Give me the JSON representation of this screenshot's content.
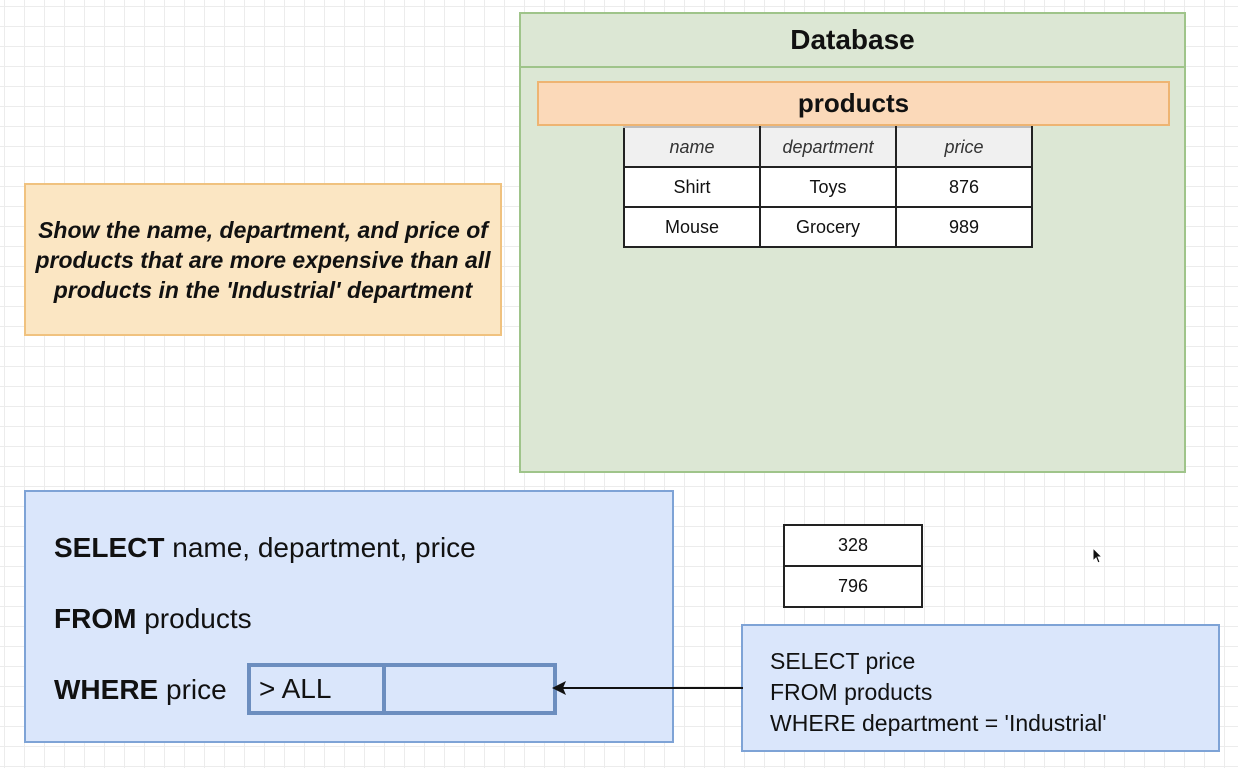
{
  "question": {
    "text": "Show the name, department, and price of products that are more expensive than all products in the 'Industrial' department"
  },
  "database": {
    "title": "Database",
    "table_title": "products",
    "columns": [
      "name",
      "department",
      "price"
    ],
    "rows": [
      [
        "Shirt",
        "Toys",
        "876"
      ],
      [
        "Mouse",
        "Grocery",
        "989"
      ]
    ]
  },
  "main_query": {
    "select_kw": "SELECT",
    "select_cols": "name, department, price",
    "from_kw": "FROM",
    "from_table": "products",
    "where_kw": "WHERE",
    "where_col": "price",
    "operator": "> ALL"
  },
  "subquery_result": {
    "values": [
      "328",
      "796"
    ]
  },
  "subquery": {
    "line1": "SELECT price",
    "line2": "FROM products",
    "line3": "WHERE department = 'Industrial'"
  },
  "colors": {
    "question_bg": "#fbe6c3",
    "database_bg": "#dce7d4",
    "table_title_bg": "#fbd9b9",
    "query_bg": "#dae6fb",
    "query_border": "#6c8ebf"
  },
  "icons": {
    "arrow": "arrow-left-icon",
    "cursor": "mouse-pointer-icon"
  }
}
